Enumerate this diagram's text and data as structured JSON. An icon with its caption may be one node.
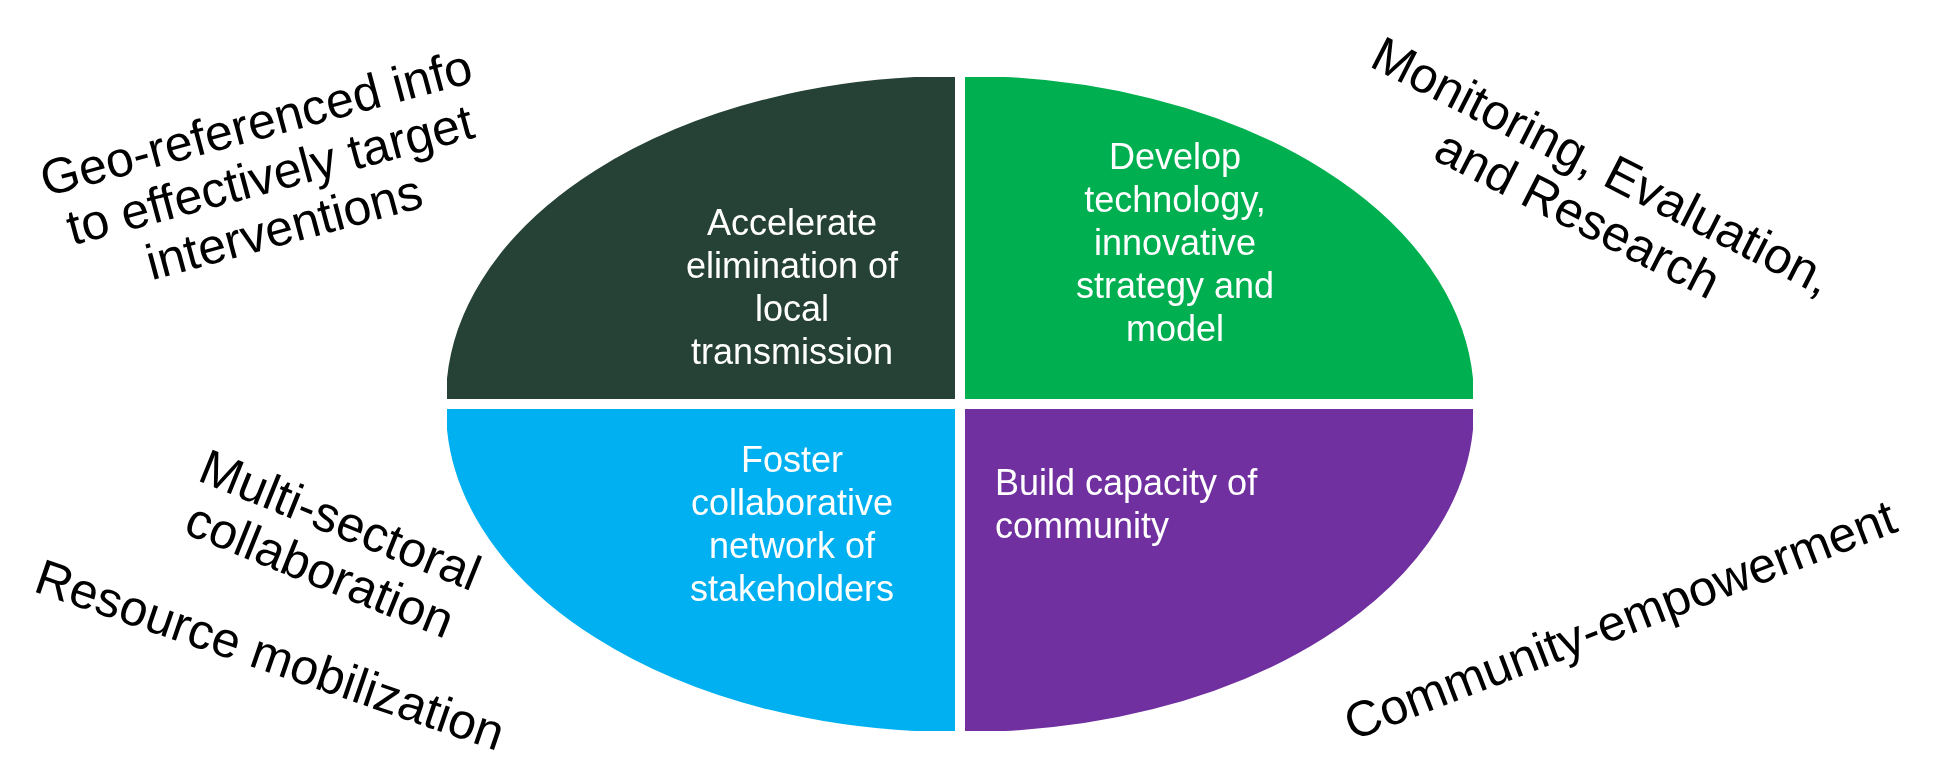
{
  "diagram": {
    "nodes": [
      {
        "text": [
          "Accelerate elimination of local transmission"
        ]
      },
      {
        "text": [
          "Develop technology, innovative strategy and model"
        ]
      },
      {
        "text": [
          "Foster collaborative network of stakeholders"
        ]
      },
      {
        "text": [
          "Build capacity of community"
        ]
      }
    ],
    "labels": [
      "Geo-referenced info to effectively target interventions",
      "Monitoring, Evaluation, and Research",
      "Multi-sectoral collaboration",
      "Resource mobilization",
      "Community-empowerment"
    ]
  }
}
